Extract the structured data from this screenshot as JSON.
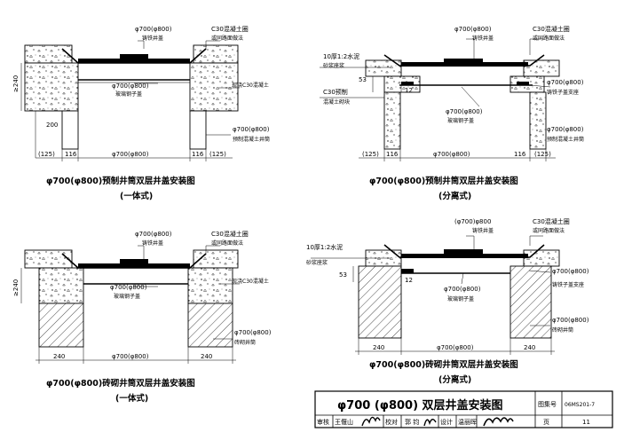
{
  "panels": [
    {
      "id": "tl",
      "labels": {
        "cover": "φ700(φ800)",
        "cover_type": "铸铁井盖",
        "road": "C30混凝土圈",
        "road2": "或同路面做法",
        "glass": "φ700(φ800)",
        "glass2": "玻璃钢子盖",
        "cast": "现浇C30混凝土",
        "shaft": "φ700(φ800)",
        "shaft2": "预制混凝土井筒",
        "dim_h": "≥240",
        "dim_200": "200",
        "dim_l125": "(125)",
        "dim_l116": "116",
        "dim_mid": "φ700(φ800)",
        "dim_r116": "116",
        "dim_r125": "(125)"
      },
      "caption": "φ700(φ800)预制井筒双层井盖安装图",
      "subcaption": "(一体式)"
    },
    {
      "id": "tr",
      "labels": {
        "cover": "φ700(φ800)",
        "cover_type": "铸铁井盖",
        "road": "C30混凝土圈",
        "road2": "或同路面做法",
        "mortar": "10厚1:2水泥",
        "mortar2": "砂浆座浆",
        "block": "C30预制",
        "block2": "混凝土砌块",
        "dim_53": "53",
        "dim_12": "12",
        "glass": "φ700(φ800)",
        "glass2": "玻璃钢子盖",
        "support": "φ700(φ800)",
        "support2": "铸铁子盖支座",
        "shaft": "φ700(φ800)",
        "shaft2": "预制混凝土井筒",
        "dim_l125": "(125)",
        "dim_l116": "116",
        "dim_mid": "φ700(φ800)",
        "dim_r116": "116",
        "dim_r125": "(125)"
      },
      "caption": "φ700(φ800)预制井筒双层井盖安装图",
      "subcaption": "(分离式)"
    },
    {
      "id": "bl",
      "labels": {
        "cover": "φ700(φ800)",
        "cover_type": "铸铁井盖",
        "road": "C30混凝土圈",
        "road2": "或同路面做法",
        "cast": "现浇C30混凝土",
        "glass": "φ700(φ800)",
        "glass2": "玻璃钢子盖",
        "shaft": "φ700(φ800)",
        "shaft2": "砖砌井筒",
        "dim_h": "≥240",
        "dim_l": "240",
        "dim_mid": "φ700(φ800)",
        "dim_r": "240"
      },
      "caption": "φ700(φ800)砖砌井筒双层井盖安装图",
      "subcaption": "(一体式)"
    },
    {
      "id": "br",
      "labels": {
        "cover": "(φ700)φ800",
        "cover_type": "铸铁井盖",
        "road": "C30混凝土圈",
        "road2": "或同路面做法",
        "mortar": "10厚1:2水泥",
        "mortar2": "砂浆座浆",
        "dim_53": "53",
        "dim_12": "12",
        "glass": "φ700(φ800)",
        "glass2": "玻璃钢子盖",
        "support": "φ700(φ800)",
        "support2": "铸铁子盖支座",
        "shaft": "φ700(φ800)",
        "shaft2": "砖砌井筒",
        "dim_l": "240",
        "dim_mid": "φ700(φ800)",
        "dim_r": "240"
      },
      "caption": "φ700(φ800)砖砌井筒双层井盖安装图",
      "subcaption": "(分离式)"
    }
  ],
  "title_block": {
    "title": "φ700 (φ800) 双层井盖安装图",
    "atlas_label": "图集号",
    "atlas_no": "06MS201-7",
    "review_label": "审核",
    "reviewer": "王偃山",
    "check_label": "校对",
    "checker": "郭 钧",
    "design_label": "设计",
    "designer": "温丽晖",
    "page_label": "页",
    "page_no": "11"
  }
}
